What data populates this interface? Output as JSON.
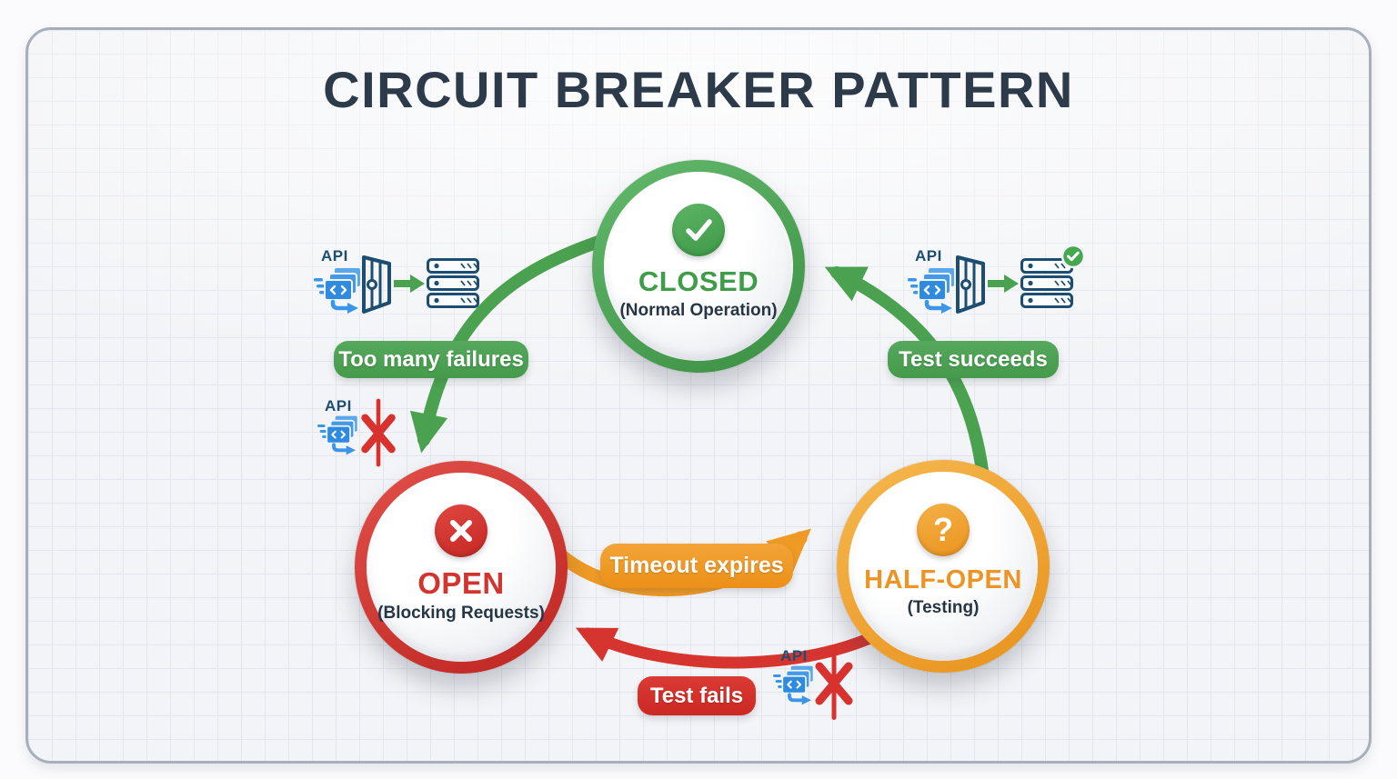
{
  "title": "CIRCUIT BREAKER PATTERN",
  "colors": {
    "green": "#46a14f",
    "red": "#d2342f",
    "orange": "#efa02f",
    "navy": "#1d4d70",
    "blue": "#2f8be0",
    "title_text": "#2c3a4a",
    "panel_bg": "#f3f4f7"
  },
  "states": {
    "closed": {
      "name": "CLOSED",
      "subtitle": "(Normal Operation)"
    },
    "open": {
      "name": "OPEN",
      "subtitle": "(Blocking Requests)"
    },
    "half_open": {
      "name": "HALF-OPEN",
      "subtitle": "(Testing)",
      "icon_glyph": "?"
    }
  },
  "transitions": {
    "too_many_failures": {
      "label": "Too many failures",
      "from": "CLOSED",
      "to": "OPEN"
    },
    "test_succeeds": {
      "label": "Test succeeds",
      "from": "HALF-OPEN",
      "to": "CLOSED"
    },
    "timeout_expires": {
      "label": "Timeout expires",
      "from": "OPEN",
      "to": "HALF-OPEN"
    },
    "test_fails": {
      "label": "Test fails",
      "from": "HALF-OPEN",
      "to": "OPEN"
    }
  },
  "icons": {
    "api_label": "API"
  }
}
